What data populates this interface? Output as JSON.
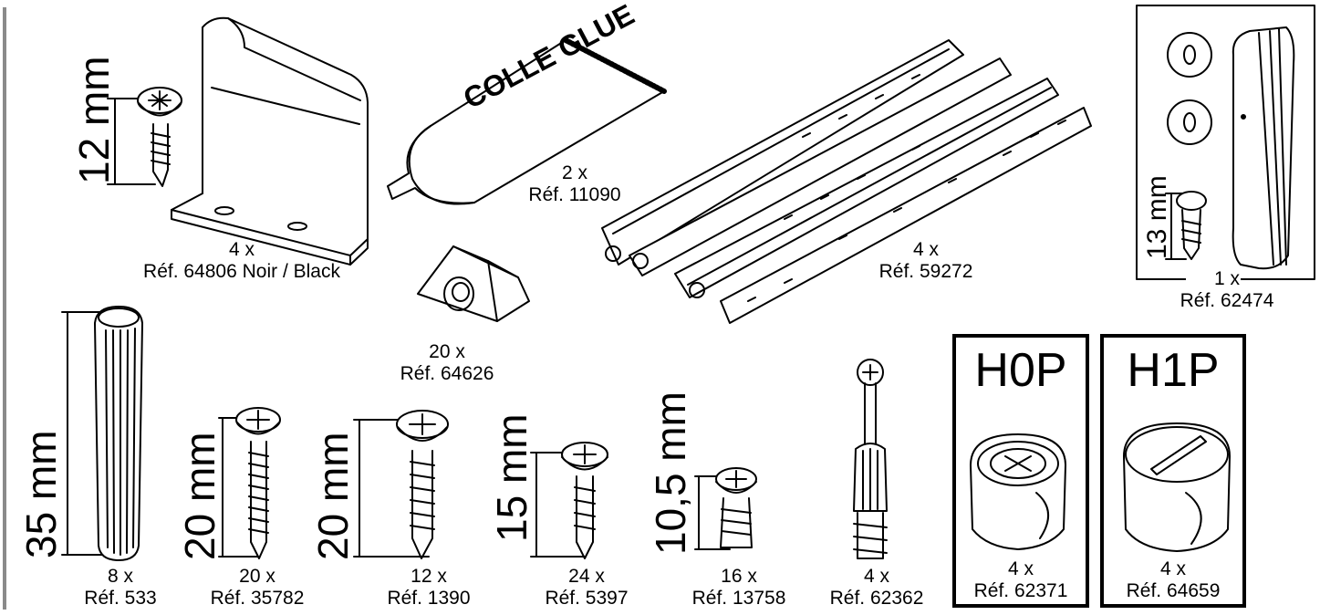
{
  "glue": {
    "brand_text": "COLLE GLUE"
  },
  "parts": [
    {
      "qty": "4 x",
      "ref": "Réf. 64806 Noir / Black"
    },
    {
      "qty": "2 x",
      "ref": "Réf. 11090"
    },
    {
      "qty": "20 x",
      "ref": "Réf. 64626"
    },
    {
      "qty": "4 x",
      "ref": "Réf. 59272"
    },
    {
      "qty": "1 x",
      "ref": "Réf. 62474"
    },
    {
      "qty": "8 x",
      "ref": "Réf. 533"
    },
    {
      "qty": "20 x",
      "ref": "Réf. 35782"
    },
    {
      "qty": "12 x",
      "ref": "Réf. 1390"
    },
    {
      "qty": "24 x",
      "ref": "Réf. 5397"
    },
    {
      "qty": "16 x",
      "ref": "Réf. 13758"
    },
    {
      "qty": "4 x",
      "ref": "Réf. 62362"
    },
    {
      "qty": "4 x",
      "ref": "Réf. 62371"
    },
    {
      "qty": "4 x",
      "ref": "Réf. 64659"
    }
  ],
  "dimensions": {
    "bracket_screw": "12 mm",
    "small_screw": "13 mm",
    "dowel": "35 mm",
    "screw_35782": "20 mm",
    "screw_1390": "20 mm",
    "screw_5397": "15 mm",
    "screw_13758": "10,5 mm"
  },
  "cam_codes": {
    "h0p": "H0P",
    "h1p": "H1P"
  }
}
